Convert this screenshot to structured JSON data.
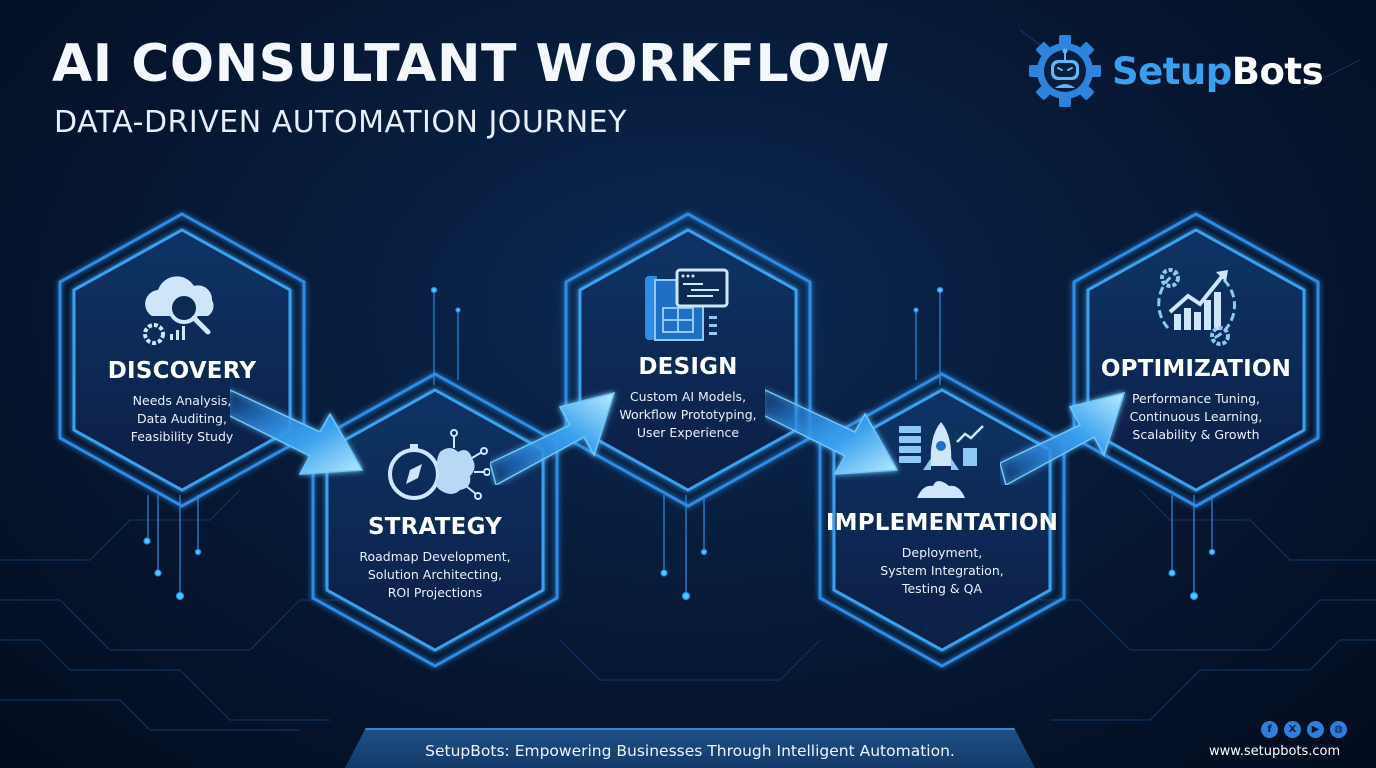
{
  "header": {
    "title": "AI CONSULTANT WORKFLOW",
    "subtitle": "DATA-DRIVEN AUTOMATION JOURNEY"
  },
  "brand": {
    "name_part1": "Setup",
    "name_part2": "Bots",
    "icon": "robot-gear-icon"
  },
  "steps": [
    {
      "title": "DISCOVERY",
      "description": "Needs Analysis,\nData Auditing,\nFeasibility Study",
      "icon": "cloud-magnifier-gear-icon"
    },
    {
      "title": "STRATEGY",
      "description": "Roadmap Development,\nSolution Architecting,\nROI Projections",
      "icon": "compass-brain-icon"
    },
    {
      "title": "DESIGN",
      "description": "Custom AI Models,\nWorkflow Prototyping,\nUser Experience",
      "icon": "blueprint-window-icon"
    },
    {
      "title": "IMPLEMENTATION",
      "description": "Deployment,\nSystem Integration,\nTesting & QA",
      "icon": "rocket-server-icon"
    },
    {
      "title": "OPTIMIZATION",
      "description": "Performance Tuning,\nContinuous Learning,\nScalability & Growth",
      "icon": "growth-chart-cycle-icon"
    }
  ],
  "footer": {
    "tagline": "SetupBots: Empowering Businesses Through Intelligent Automation.",
    "website": "www.setupbots.com",
    "social": [
      {
        "name": "facebook-icon",
        "glyph": "f"
      },
      {
        "name": "x-icon",
        "glyph": "X"
      },
      {
        "name": "youtube-icon",
        "glyph": "▶"
      },
      {
        "name": "globe-icon",
        "glyph": "◍"
      }
    ]
  },
  "colors": {
    "background": "#071a38",
    "accent": "#3aa0ee",
    "glow": "#4fc3ff",
    "hex_fill": "#0d2a55"
  }
}
